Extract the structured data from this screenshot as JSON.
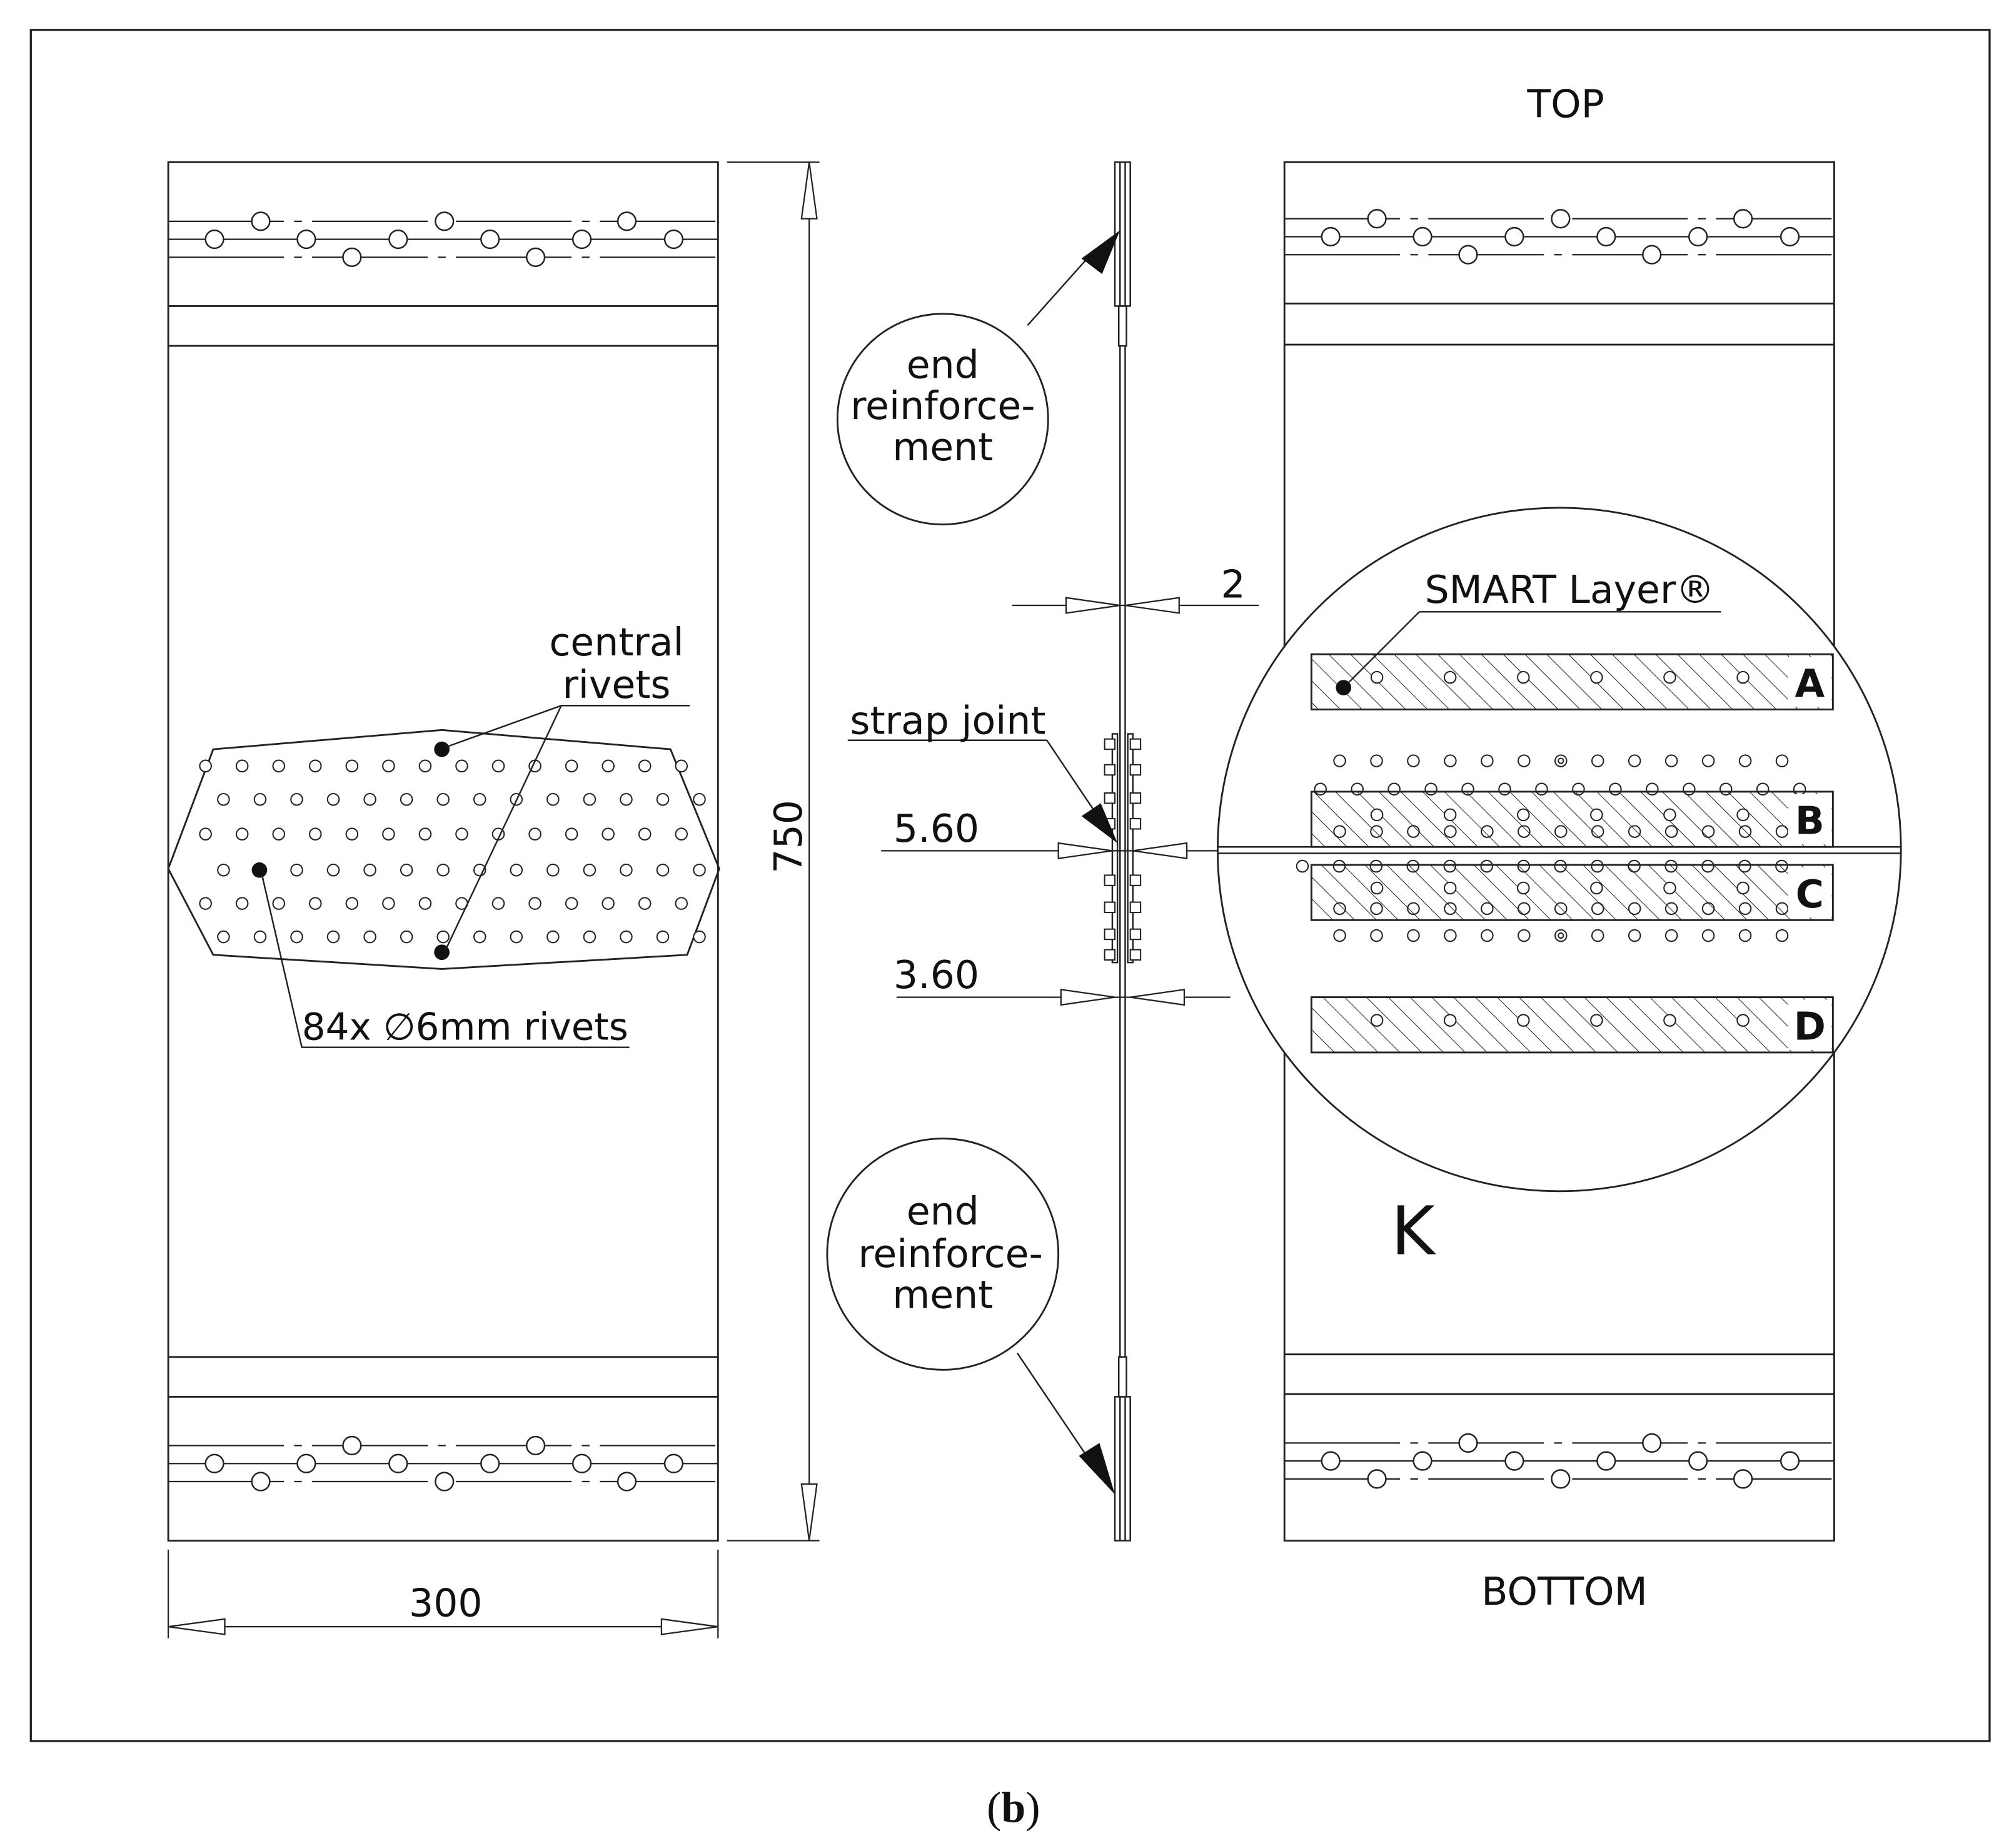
{
  "dimensions": {
    "width": "300",
    "height": "750",
    "thickness_plate": "2",
    "thickness_joint": "5.60",
    "thickness_strap": "3.60"
  },
  "labels": {
    "central_rivets_line1": "central",
    "central_rivets_line2": "rivets",
    "rivets_callout": "84x ∅6mm rivets",
    "end_reinforcement_line1": "end",
    "end_reinforcement_line2": "reinforce-",
    "end_reinforcement_line3": "ment",
    "strap_joint": "strap joint",
    "top": "TOP",
    "bottom": "BOTTOM",
    "detail_view": "K",
    "smart_layer": "SMART Layer®",
    "sensor_strips": [
      "A",
      "B",
      "C",
      "D"
    ]
  },
  "caption": {
    "open": "(",
    "letter": "b",
    "close": ")"
  }
}
